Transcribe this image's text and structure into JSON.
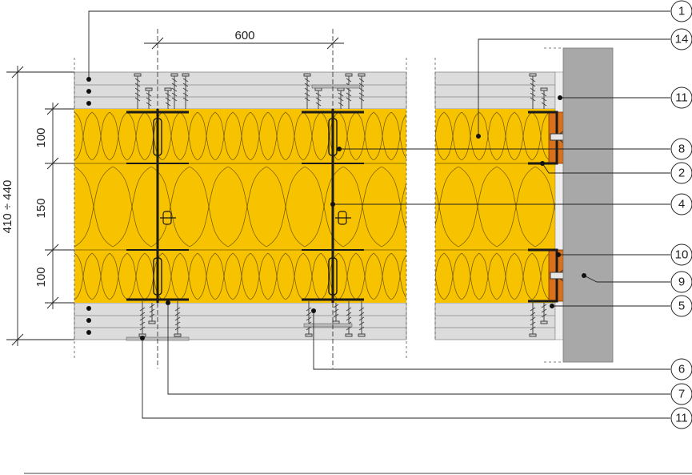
{
  "dimensions": {
    "spacing": "600",
    "total": "410 ÷ 440",
    "layer_top": "100",
    "layer_middle": "150",
    "layer_bottom": "100"
  },
  "callouts": [
    "1",
    "14",
    "11",
    "8",
    "2",
    "4",
    "10",
    "9",
    "5",
    "6",
    "7",
    "11"
  ],
  "colors": {
    "insulation": "#f7c200",
    "board": "#dcdcdc",
    "wall": "#a8a8a8",
    "bracket": "#d9711b",
    "line": "#222222"
  }
}
